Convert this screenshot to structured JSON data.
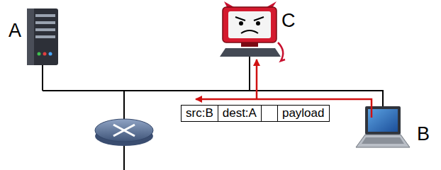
{
  "diagram": {
    "nodes": [
      {
        "text": [
          "src:B",
          "dest:A",
          "payload"
        ]
      }
    ],
    "labels": [
      "A",
      "C",
      "B"
    ]
  }
}
